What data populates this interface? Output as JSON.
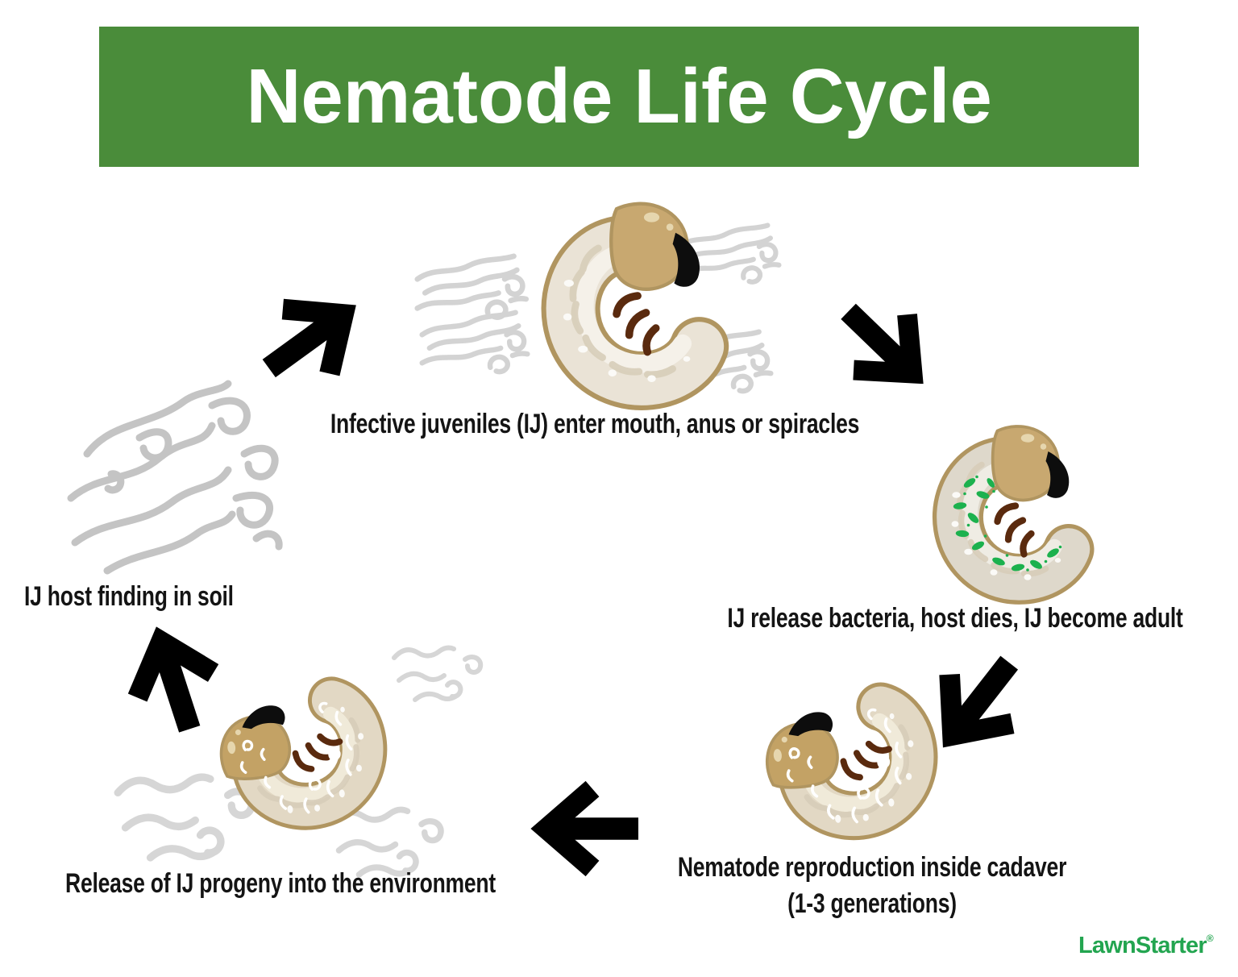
{
  "title": "Nematode Life Cycle",
  "stages": [
    {
      "id": "infection",
      "caption": "Infective juveniles (IJ) enter mouth, anus or spiracles"
    },
    {
      "id": "host-death",
      "caption": "IJ release bacteria, host dies, IJ become adult"
    },
    {
      "id": "reproduction",
      "caption": "Nematode reproduction inside cadaver",
      "caption_line2": "(1-3 generations)"
    },
    {
      "id": "release",
      "caption": "Release of IJ progeny into the environment"
    },
    {
      "id": "host-finding",
      "caption": "IJ host finding in soil"
    }
  ],
  "logo": {
    "text": "LawnStarter",
    "registered": "®"
  },
  "illustrations": [
    {
      "name": "grub-with-wind-squiggles-illustration",
      "meaning": "infective juveniles entering grub host"
    },
    {
      "name": "grub-with-green-bacteria-illustration",
      "meaning": "bacteria released inside host"
    },
    {
      "name": "grub-cadaver-with-nematodes-illustration",
      "meaning": "nematodes reproducing inside cadaver"
    },
    {
      "name": "grub-cadaver-releasing-progeny-illustration",
      "meaning": "IJ progeny leaving cadaver"
    },
    {
      "name": "soil-nematodes-illustration",
      "meaning": "infective juveniles searching soil"
    },
    {
      "name": "cycle-arrows",
      "meaning": "five black arrows connecting the stages clockwise"
    }
  ],
  "colors": {
    "banner_green": "#4a8c3a",
    "logo_green": "#23a550",
    "text_black": "#141414",
    "arrow_black": "#000000",
    "grub_body": "#eae3d6",
    "grub_outline": "#b09560",
    "grub_head": "#c8a870",
    "bacteria_green": "#1cb14e",
    "nematode_gray": "#c4c4c4"
  }
}
